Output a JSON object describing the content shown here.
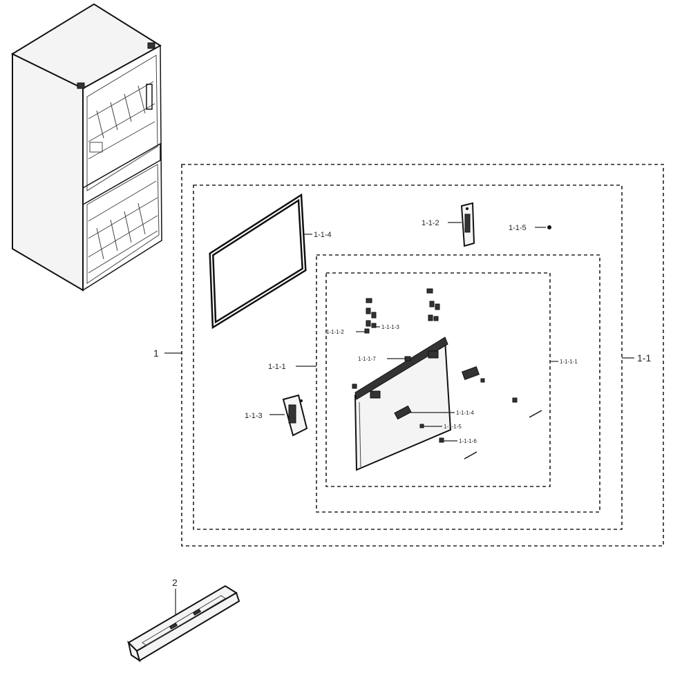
{
  "labels": {
    "assembly_1": "1",
    "assembly_1_1": "1-1",
    "part_1_1_1": "1-1-1",
    "part_1_1_2": "1-1-2",
    "part_1_1_3": "1-1-3",
    "part_1_1_4": "1-1-4",
    "part_1_1_5": "1-1-5",
    "part_1_1_1_1": "1-1-1-1",
    "part_1_1_1_2": "1-1-1-2",
    "part_1_1_1_3": "1-1-1-3",
    "part_1_1_1_4": "1-1-1-4",
    "part_1_1_1_5": "1-1-1-5",
    "part_1_1_1_6": "1-1-1-6",
    "part_1_1_1_7": "1-1-1-7",
    "part_2": "2"
  }
}
